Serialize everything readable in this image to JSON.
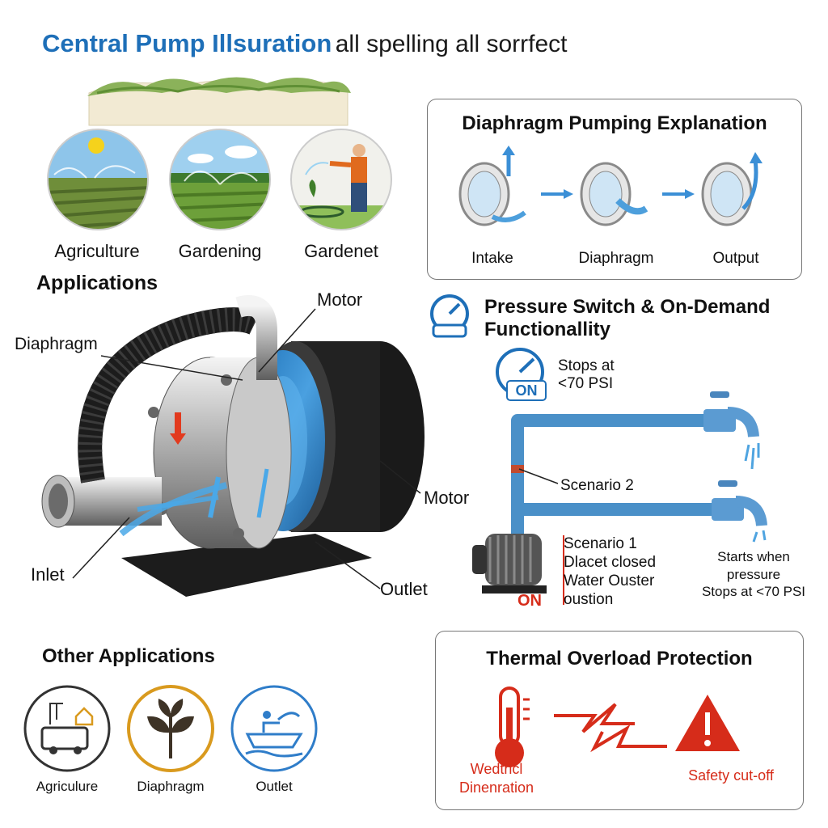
{
  "title": {
    "main": "Central Pump Illsuration",
    "suffix": "all spelling all sorrfect"
  },
  "applications": {
    "heading": "Applications",
    "items": [
      {
        "label": "Agriculture",
        "icon": "field-sprinkler-icon"
      },
      {
        "label": "Gardening",
        "icon": "garden-sprinkler-icon"
      },
      {
        "label": "Gardenet",
        "icon": "gardener-hose-icon"
      }
    ]
  },
  "pump": {
    "labels": {
      "motor_top": "Motor",
      "diaphragm": "Diaphragm",
      "motor_right": "Motor",
      "inlet": "Inlet",
      "outlet": "Outlet"
    }
  },
  "diaphragm_panel": {
    "heading": "Diaphragm Pumping Explanation",
    "steps": [
      "Intake",
      "Diaphragm",
      "Output"
    ]
  },
  "pressure": {
    "heading_line1": "Pressure Switch & On-Demand",
    "heading_line2": "Functionallity",
    "gauge_badge": "ON",
    "stops_line1": "Stops at",
    "stops_line2": "<70 PSI",
    "scenario2": "Scenario 2",
    "scenario1_title": "Scenario 1",
    "scenario1_line1": "Dlacet closed",
    "scenario1_line2": "Water Ouster",
    "scenario1_line3": "oustion",
    "on_label": "ON",
    "starts_line1": "Starts when",
    "starts_line2": "pressure",
    "starts_line3": "Stops at <70 PSI"
  },
  "other_applications": {
    "heading": "Other Applications",
    "items": [
      {
        "label": "Agriculure",
        "icon": "rv-camper-icon",
        "ring": "#333333"
      },
      {
        "label": "Diaphragm",
        "icon": "plant-icon",
        "ring": "#d99a1e"
      },
      {
        "label": "Outlet",
        "icon": "boat-icon",
        "ring": "#2f7dc9"
      }
    ]
  },
  "thermal": {
    "heading": "Thermal Overload Protection",
    "left_line1": "Wedtricl",
    "left_line2": "Dinenration",
    "right": "Safety cut-off"
  },
  "colors": {
    "accent": "#1e6fb8",
    "danger": "#d62c1a",
    "pipe": "#4a90c8"
  }
}
